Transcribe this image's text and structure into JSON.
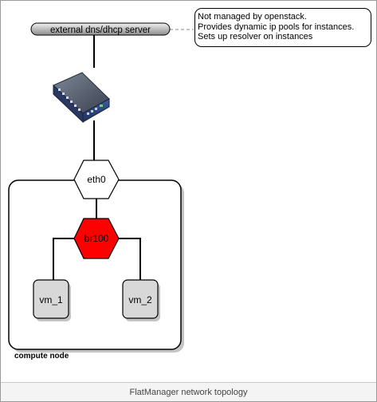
{
  "dns_server": {
    "label": "external dns/dhcp server"
  },
  "note": {
    "lines": [
      "Not managed by openstack.",
      "Provides dynamic ip pools for instances.",
      "Sets up resolver on instances"
    ]
  },
  "switch": {
    "icon": "network-switch-icon"
  },
  "eth0": {
    "label": "eth0"
  },
  "br100": {
    "label": "br100",
    "color": "#ff0000"
  },
  "vms": [
    {
      "label": "vm_1"
    },
    {
      "label": "vm_2"
    }
  ],
  "compute_node": {
    "label": "compute node"
  },
  "caption": "FlatManager network topology"
}
